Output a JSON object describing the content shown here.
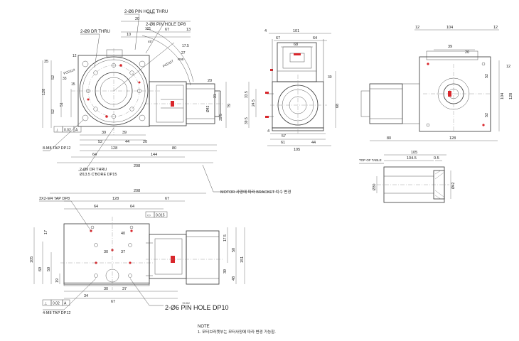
{
  "top_view": {
    "callouts": {
      "pin_thru": "2-Ø6  PIN HOLE THRU",
      "pin_dp8": "2-Ø6  PIN HOLE DP8",
      "dr_thru": "2-Ø9  DR THRU",
      "tap_dp12": "8-M8 TAP DP12",
      "dr_thru_cbore": "2-Ø9  DR THRU",
      "cbore": "Ø13.5 C'BORE DP15",
      "pcd_a": "PCD114",
      "pcd_b": "PCD117",
      "deg_a": "R95",
      "deg_b": "45°",
      "tol_small": "+0.012"
    },
    "dims": {
      "d_20a": "20",
      "d_67": "67",
      "d_13": "13",
      "d_10": "10",
      "d_121": "121",
      "d_17_5": "17.5",
      "d_27": "27",
      "d_35": "35",
      "d_128": "128",
      "d_52": "52",
      "d_51": "51",
      "d_15": "15",
      "d_33": "33",
      "d_52b": "52",
      "d_12": "12",
      "d_39a": "39",
      "d_39b": "39",
      "d_52c": "52",
      "d_44": "44",
      "d_20b": "20",
      "d_128b": "128",
      "d_80": "80",
      "d_64": "64",
      "d_144": "144",
      "d_208": "208",
      "d_20c": "20",
      "d_42": "Ø42",
      "d_79": "79",
      "d_39_5": "39.5",
      "d_31": "31"
    },
    "tolerance_box": [
      "⊥",
      "0.02",
      "A"
    ]
  },
  "front_view": {
    "dims": {
      "d_4": "4",
      "d_101": "101",
      "d_67": "67",
      "d_64": "64",
      "d_68": "68",
      "d_33_5": "33.5",
      "d_24_5": "24.5",
      "d_39_5": "39.5",
      "d_68b": "68",
      "d_4b": "4",
      "d_57": "57",
      "d_61": "61",
      "d_44": "44",
      "d_105": "105",
      "d_30": "30"
    }
  },
  "side_view": {
    "dims": {
      "d_12a": "12",
      "d_104": "104",
      "d_12b": "12",
      "d_39": "39",
      "d_20": "20",
      "d_52": "52",
      "d_104b": "104",
      "d_128": "128",
      "d_52b": "52",
      "d_12c": "12",
      "d_80": "80",
      "d_128b": "128"
    }
  },
  "detail_view": {
    "title": "TOP OF TABLE",
    "dims": {
      "d_105": "105",
      "d_104_5": "104.5",
      "d_0_5": "0.5",
      "d_30": "Ø30",
      "d_42": "Ø42"
    }
  },
  "motor_note": "MOTOR 사양에 따라 BRACKET 치수 변경",
  "bottom_view": {
    "callouts": {
      "tap_m4": "3X2-M4 TAP DP8",
      "tap_m8": "4-M8 TAP DP12",
      "pin_dp10": "2-Ø6  PIN HOLE DP10",
      "pin_tol": "+0.012"
    },
    "dims": {
      "d_208": "208",
      "d_128": "128",
      "d_67": "67",
      "d_64a": "64",
      "d_64b": "64",
      "d_17": "17",
      "d_40": "40",
      "d_30a": "30",
      "d_37a": "37",
      "d_105": "105",
      "d_69": "69",
      "d_50": "50",
      "d_19": "19",
      "d_34": "34",
      "d_67b": "67",
      "d_30b": "30",
      "d_37b": "37",
      "d_17_5": "17.5",
      "d_50b": "50",
      "d_151": "151",
      "d_39": "39",
      "d_48": "48"
    },
    "tolerance_box_a": [
      "▭",
      "0.015"
    ],
    "tolerance_box_b": [
      "⊥",
      "0.02",
      "A"
    ]
  },
  "note": {
    "title": "NOTE",
    "line1": "1. 모터브라켓부는 모터사양에 따라 변경 가능함."
  },
  "colors": {
    "marker": "#d9262b",
    "line": "#333333",
    "background": "#ffffff"
  }
}
